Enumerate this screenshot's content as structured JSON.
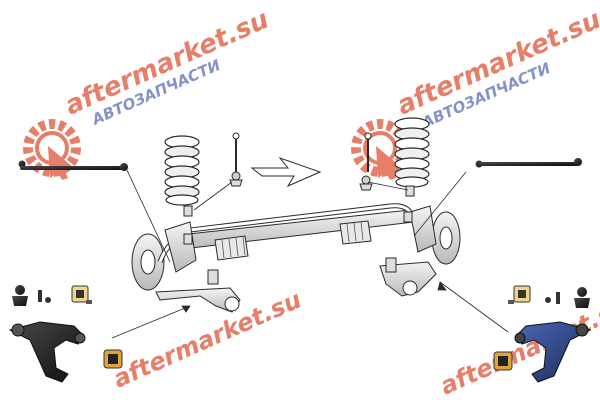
{
  "colors": {
    "watermark": "#e2684e",
    "watermark_sub": "#6f7fbf",
    "line": "#2a2a2a",
    "part_dark": "#1a1a1a",
    "part_fill": "#ffffff",
    "part_shade": "#cfcfcf",
    "bushing": "#e0a33a",
    "accent_blue": "#3a5aa8"
  },
  "watermarks": [
    {
      "main": "aftermarket.su",
      "sub": "АВТОЗАПЧАСТИ"
    },
    {
      "main": "aftermarket.su",
      "sub": "АВТОЗАПЧАСТИ"
    },
    {
      "main": "aftermarket.su",
      "sub": ""
    },
    {
      "main": "aftermarket.su",
      "sub": ""
    }
  ],
  "parts": [
    "left-tie-rod-end",
    "right-tie-rod-end",
    "left-ball-joint",
    "right-ball-joint",
    "left-control-arm",
    "right-control-arm",
    "left-arm-bushing",
    "right-arm-bushing",
    "left-coil-spring",
    "right-coil-spring",
    "left-stabilizer-link",
    "right-stabilizer-link",
    "stabilizer-bar",
    "direction-arrow"
  ]
}
